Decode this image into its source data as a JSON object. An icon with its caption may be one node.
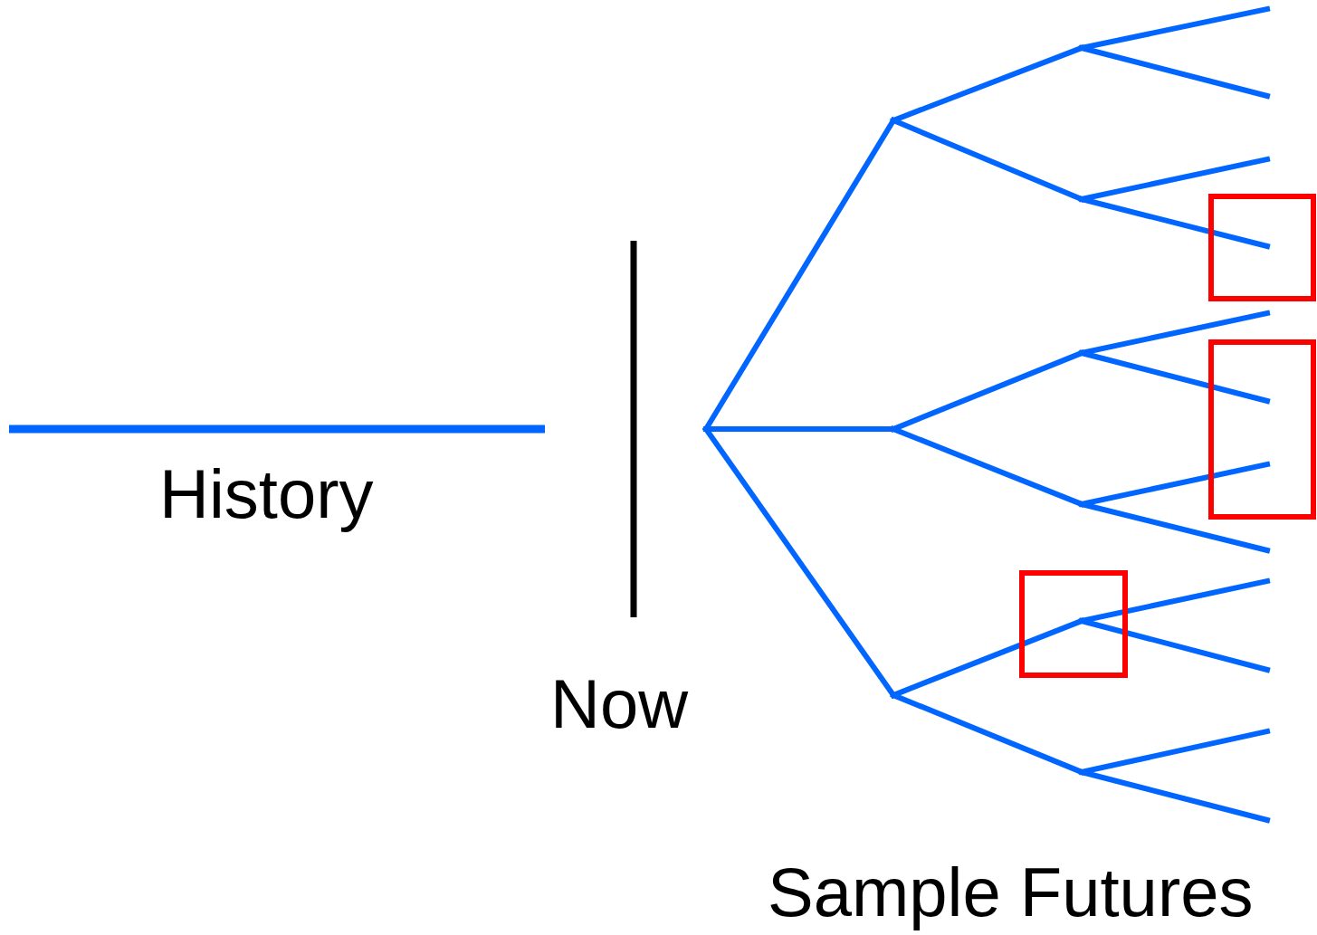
{
  "diagram": {
    "labels": [
      "History",
      "Now",
      "Sample Futures"
    ]
  }
}
